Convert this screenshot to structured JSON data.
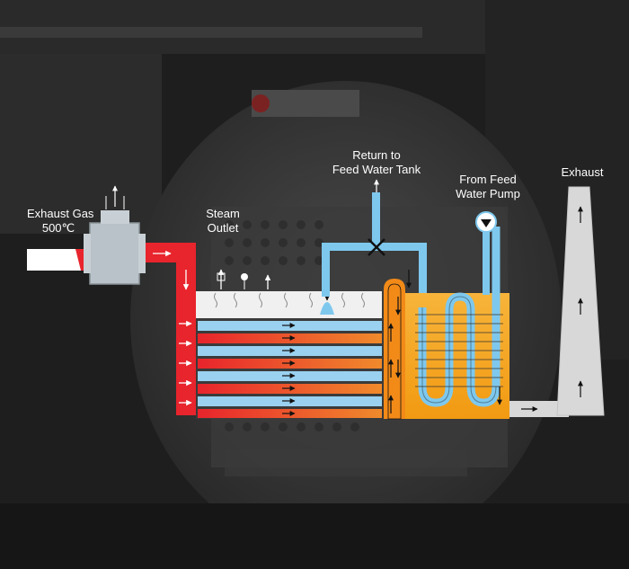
{
  "labels": {
    "exhaust_gas": "Exhaust Gas",
    "temperature": "500℃",
    "steam_outlet_1": "Steam",
    "steam_outlet_2": "Outlet",
    "return_1": "Return to",
    "return_2": "Feed Water Tank",
    "from_feed_1": "From Feed",
    "from_feed_2": "Water Pump",
    "exhaust": "Exhaust"
  },
  "colors": {
    "hot_gas": "#e8242c",
    "hot_gas_light": "#f25a3a",
    "water_blue": "#7ec8ee",
    "economizer": "#f5a623",
    "exhaust_stack": "#d8d8d8",
    "background": "#1e1e1e"
  }
}
